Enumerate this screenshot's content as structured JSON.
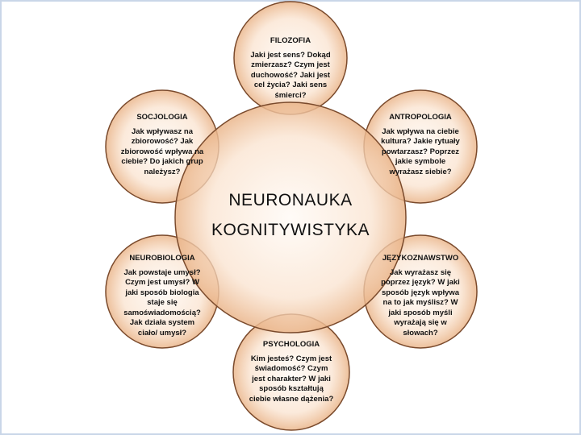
{
  "center": {
    "line1": "NEURONAUKA",
    "line2": "KOGNITYWISTYKA"
  },
  "nodes": [
    {
      "id": "filozofia",
      "title": "FILOZOFIA",
      "text": "Jaki jest sens? Dokąd zmierzasz? Czym jest duchowość? Jaki jest cel życia? Jaki sens śmierci?"
    },
    {
      "id": "socjologia",
      "title": "SOCJOLOGIA",
      "text": "Jak wpływasz na zbiorowość? Jak zbiorowość wpływa na ciebie? Do jakich grup należysz?"
    },
    {
      "id": "antropologia",
      "title": "ANTROPOLOGIA",
      "text": "Jak wpływa na ciebie kultura? Jakie rytuały powtarzasz? Poprzez jakie symbole wyrażasz siebie?"
    },
    {
      "id": "neurobiologia",
      "title": "NEUROBIOLOGIA",
      "text": "Jak powstaje umysł? Czym jest umysł?  W jaki sposób biologia staje się samoświadomością? Jak działa system ciało/ umysł?"
    },
    {
      "id": "jezykoznawstwo",
      "title": "JĘZYKOZNAWSTWO",
      "text": "Jak wyrażasz się poprzez język? W jaki sposób język wpływa na to jak myślisz? W jaki sposób myśli wyrażają się w słowach?"
    },
    {
      "id": "psychologia",
      "title": "PSYCHOLOGIA",
      "text": "Kim jesteś? Czym jest świadomość? Czym jest charakter?  W jaki sposób kształtują ciebie własne dążenia?"
    }
  ],
  "colors": {
    "fill_edge": "#f0c29c",
    "fill_center": "#fffaf5",
    "stroke": "#7a4a2c",
    "frame": "#c9d6e8"
  }
}
